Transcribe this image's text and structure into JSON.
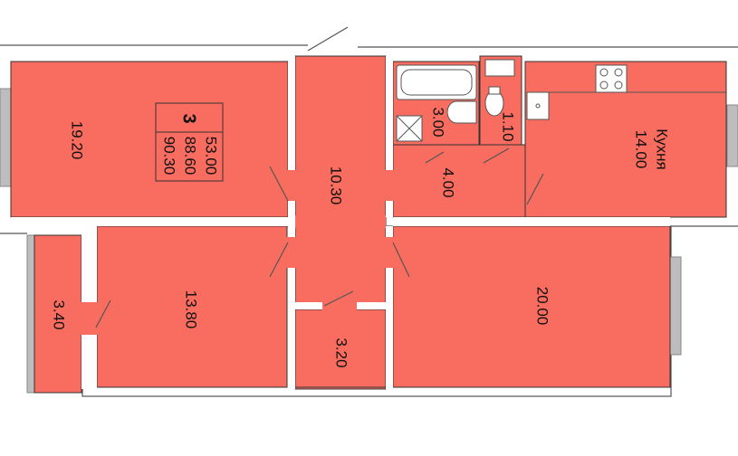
{
  "rooms": {
    "bedroom_left": "19.20",
    "corridor": "10.30",
    "bathroom": "3.00",
    "toilet": "1.10",
    "hall": "4.00",
    "kitchen_name": "Кухня",
    "kitchen_area": "14.00",
    "balcony": "3.40",
    "bedroom_bottom": "13.80",
    "storage": "3.20",
    "living_room": "20.00"
  },
  "summary": {
    "rooms_count": "3",
    "living_area": "53.00",
    "total_area_no_balcony": "88.60",
    "total_area": "90.30"
  },
  "colors": {
    "room_fill": "#f86d5f",
    "wall": "#ffffff",
    "outline": "#333333"
  }
}
